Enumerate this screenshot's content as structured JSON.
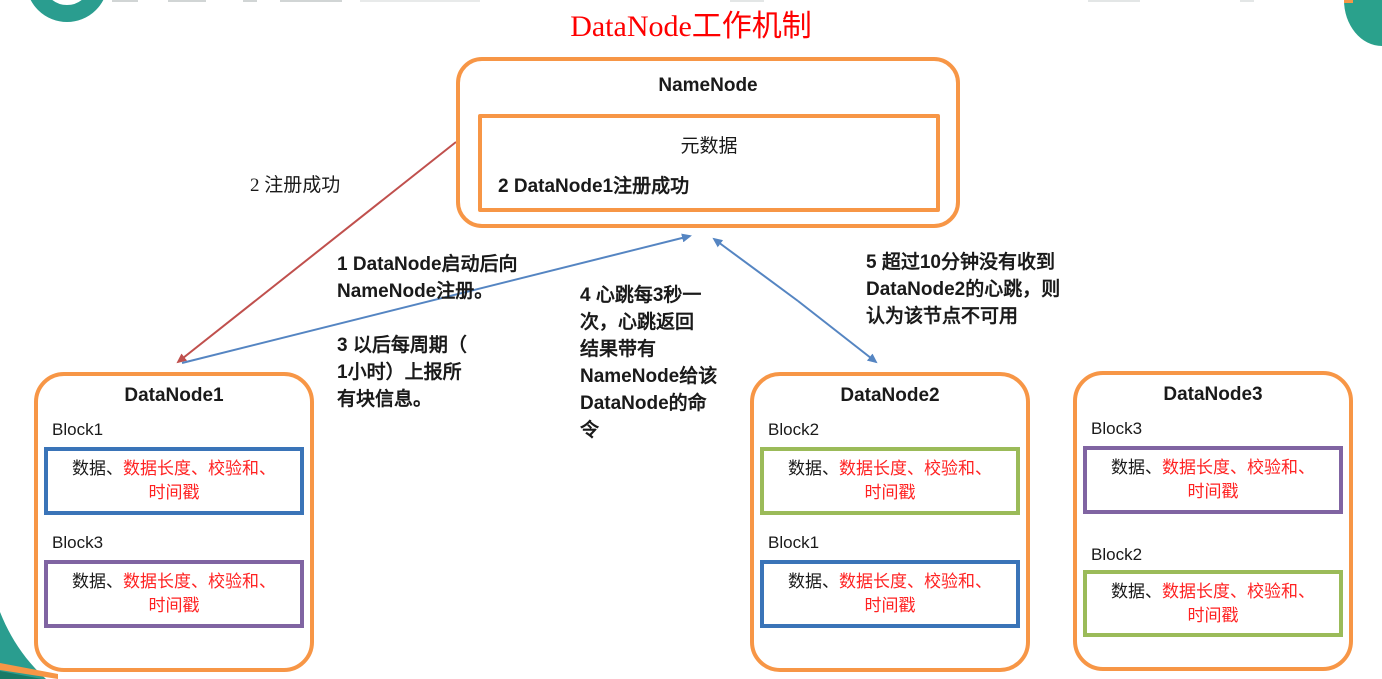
{
  "title": "DataNode工作机制",
  "namenode": {
    "title": "NameNode",
    "metadata_label": "元数据",
    "register_success_note": "2 DataNode1注册成功"
  },
  "notes": {
    "register": "2 注册成功",
    "startup": "1 DataNode启动后向\nNameNode注册。",
    "report": "3 以后每周期（\n1小时）上报所\n有块信息。",
    "heartbeat": "4 心跳每3秒一\n次，心跳返回\n结果带有\nNameNode给该\nDataNode的命\n令",
    "timeout": "5 超过10分钟没有收到\nDataNode2的心跳，则\n认为该节点不可用"
  },
  "datanodes": [
    {
      "title": "DataNode1",
      "blocks": [
        {
          "label": "Block1",
          "border": "blue",
          "line1_black": "数据、",
          "line1_red": "数据长度、校验和、",
          "line2_red": "时间戳"
        },
        {
          "label": "Block3",
          "border": "purple",
          "line1_black": "数据、",
          "line1_red": "数据长度、校验和、",
          "line2_red": "时间戳"
        }
      ]
    },
    {
      "title": "DataNode2",
      "blocks": [
        {
          "label": "Block2",
          "border": "green",
          "line1_black": "数据、",
          "line1_red": "数据长度、校验和、",
          "line2_red": "时间戳"
        },
        {
          "label": "Block1",
          "border": "blue",
          "line1_black": "数据、",
          "line1_red": "数据长度、校验和、",
          "line2_red": "时间戳"
        }
      ]
    },
    {
      "title": "DataNode3",
      "blocks": [
        {
          "label": "Block3",
          "border": "purple",
          "line1_black": "数据、",
          "line1_red": "数据长度、校验和、",
          "line2_red": "时间戳"
        },
        {
          "label": "Block2",
          "border": "green",
          "line1_black": "数据、",
          "line1_red": "数据长度、校验和、",
          "line2_red": "时间戳"
        }
      ]
    }
  ],
  "colors": {
    "node_border_orange": "#F79646",
    "block_border_blue": "#3A74B8",
    "block_border_green": "#9BBB59",
    "block_border_purple": "#8064A2",
    "arrow_red": "#C0504D",
    "arrow_blue": "#5585C2",
    "title_red": "#FE0000",
    "block_text_red": "#FF2222",
    "decoration_teal": "#2A9D8F"
  }
}
